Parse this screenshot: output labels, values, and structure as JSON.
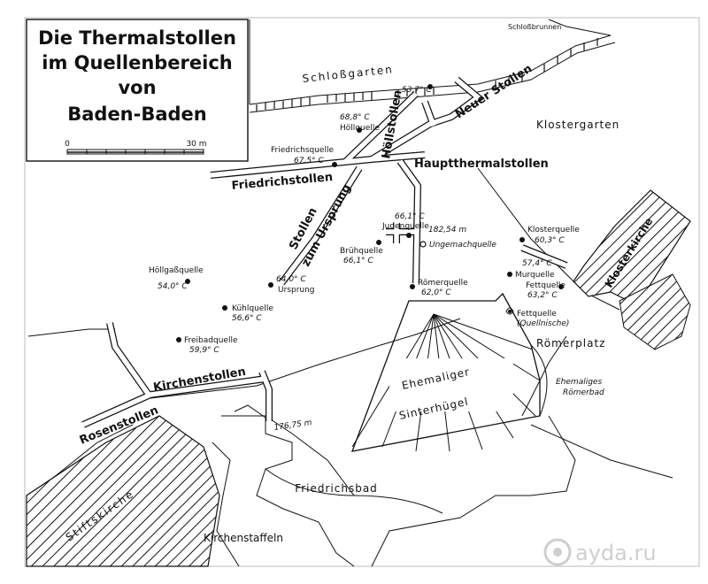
{
  "title": {
    "line1": "Die Thermalstollen",
    "line2": "im Quellenbereich",
    "line3": "von",
    "line4": "Baden-Baden"
  },
  "scale": {
    "start": "0",
    "end": "30 m"
  },
  "areas": {
    "schlossbrunnen": "Schloßbrunnen",
    "schlossgarten": "Schloßgarten",
    "klostergarten": "Klostergarten",
    "klosterkirche": "Klosterkirche",
    "roemerplatz": "Römerplatz",
    "ehemaliger": "Ehemaliger",
    "sinterhuegel": "Sinterhügel",
    "roemerbad_1": "Ehemaliges",
    "roemerbad_2": "Römerbad",
    "friedrichsbad": "Friedrichsbad",
    "stiftskirche": "Stiftskirche",
    "kirchenstaffeln": "Kirchenstaffeln"
  },
  "tunnels": {
    "neuer": "Neuer Stollen",
    "hoell": "Höllstollen",
    "haupt": "Hauptthermalstollen",
    "friedrich": "Friedrichstollen",
    "ursprung_1": "Stollen",
    "ursprung_2": "zum Ursprung",
    "kirchen": "Kirchenstollen",
    "rosen": "Rosenstollen"
  },
  "springs": {
    "neuer_temp": "53,7° C",
    "hoell_temp": "68,8° C",
    "hoell_name": "Höllquelle",
    "friedrich_name": "Friedrichsquelle",
    "friedrich_temp": "67,5° C",
    "juden_temp": "66,1° C",
    "juden_name": "Judenquelle",
    "bruh_name": "Brühquelle",
    "bruh_temp": "66,1° C",
    "ungemach_name": "Ungemachquelle",
    "roemer_name": "Römerquelle",
    "roemer_temp": "62,0° C",
    "kloster_name": "Klosterquelle",
    "kloster_temp": "60,3° C",
    "mur_temp": "57,4° C",
    "mur_name": "Murquelle",
    "fett_name": "Fettquelle",
    "fett_temp": "63,2° C",
    "fett2_name": "Fettquelle",
    "fett2_note": "(Quellnische)",
    "hoellgass_name": "Höllgaßquelle",
    "hoellgass_temp": "54,0° C",
    "ursprung_temp": "64,0° C",
    "ursprung_name": "Ursprung",
    "kuehl_name": "Kühlquelle",
    "kuehl_temp": "56,6° C",
    "freibad_name": "Freibadquelle",
    "freibad_temp": "59,9° C"
  },
  "lengths": {
    "l1": "182,54 m",
    "l2": "176,75 m"
  },
  "watermark": "ayda.ru"
}
